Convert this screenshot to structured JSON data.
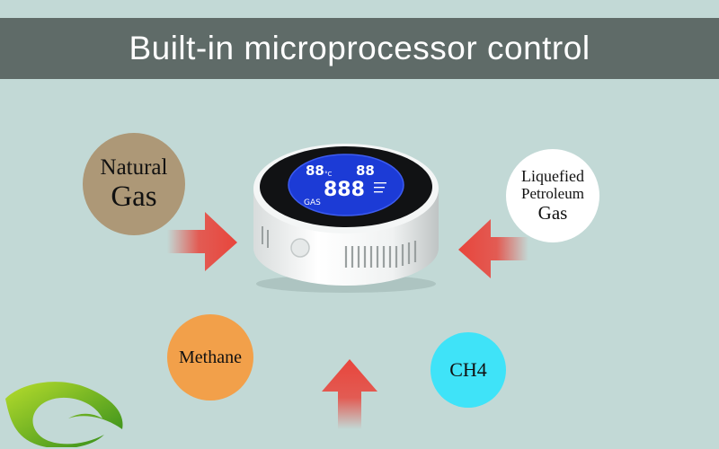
{
  "banner": {
    "title": "Built-in microprocessor control"
  },
  "bubbles": {
    "natural_gas": {
      "line1": "Natural",
      "line2": "Gas",
      "color": "#ad9877"
    },
    "lpg": {
      "line1": "Liquefied",
      "line2": "Petroleum",
      "line3": "Gas",
      "color": "#ffffff"
    },
    "methane": {
      "line1": "Methane",
      "color": "#f2a04a"
    },
    "ch4": {
      "line1": "CH4",
      "color": "#3fe3f8"
    }
  },
  "device": {
    "display": {
      "top_left": "88",
      "top_unit": "°C",
      "top_right": "88",
      "main_value": "888",
      "label": "GAS",
      "screen_color": "#1c3bd6"
    }
  },
  "colors": {
    "banner": "#5f6b68",
    "background": "#c2d9d6",
    "arrow": "#e8453c"
  },
  "icons": {
    "arrows": "red-arrow-icon",
    "logo": "green-leaf-logo"
  }
}
